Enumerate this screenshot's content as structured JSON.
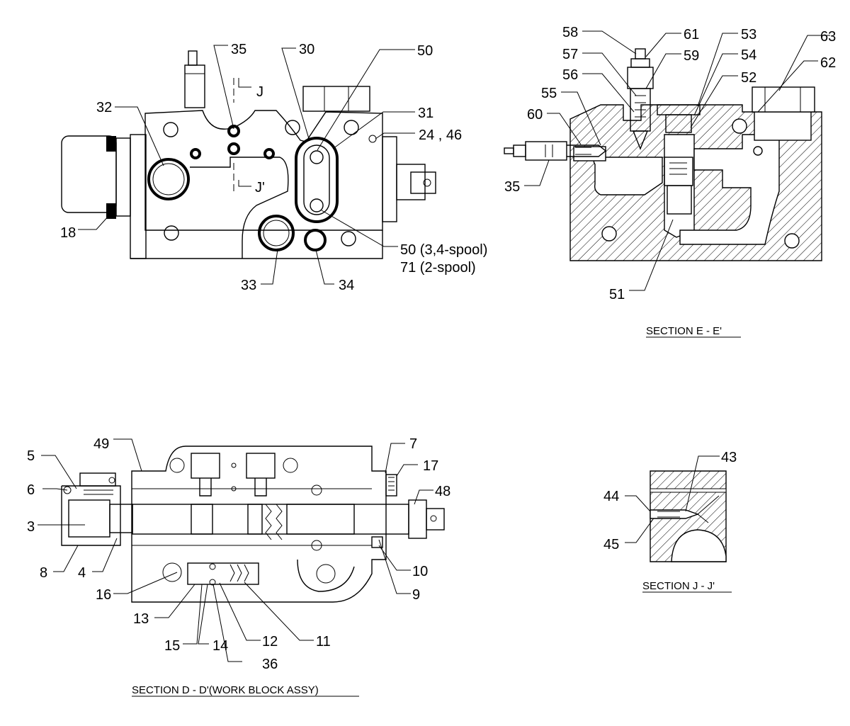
{
  "labels": {
    "top_left": {
      "l35": "35",
      "l30": "30",
      "l50": "50",
      "lJ": "J",
      "l32": "32",
      "l31": "31",
      "l2446": "24 , 46",
      "lJp": "J'",
      "l18": "18",
      "l50b": "50 (3,4-spool)",
      "l71": "71 (2-spool)",
      "l33": "33",
      "l34": "34"
    },
    "section_e": {
      "l58": "58",
      "l61": "61",
      "l53": "53",
      "l63": "63",
      "l57": "57",
      "l59": "59",
      "l54": "54",
      "l62": "62",
      "l56": "56",
      "l52": "52",
      "l55": "55",
      "l60": "60",
      "l35": "35",
      "l51": "51"
    },
    "section_d": {
      "l49": "49",
      "l7": "7",
      "l5": "5",
      "l17": "17",
      "l6": "6",
      "l48": "48",
      "l3": "3",
      "l8": "8",
      "l4": "4",
      "l16": "16",
      "l10": "10",
      "l9": "9",
      "l13": "13",
      "l12": "12",
      "l11": "11",
      "l15": "15",
      "l14": "14",
      "l36": "36"
    },
    "section_j": {
      "l43": "43",
      "l44": "44",
      "l45": "45"
    }
  },
  "captions": {
    "section_e": "SECTION E - E'",
    "section_d": "SECTION D - D'(WORK BLOCK ASSY)",
    "section_j": "SECTION J - J'"
  }
}
